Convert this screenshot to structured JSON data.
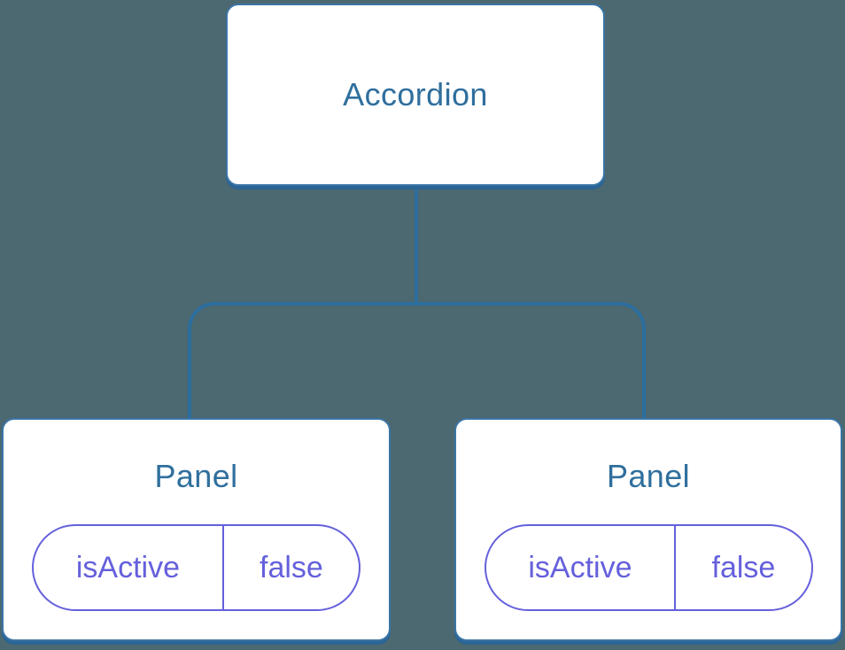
{
  "diagram": {
    "colors": {
      "background": "#4C6870",
      "node_fill": "#FFFFFF",
      "node_border": "#3A75A6",
      "node_shadow": "#2A6595",
      "connector": "#2C6E9E",
      "label_text": "#2F6F9D",
      "state_accent": "#6560DC"
    },
    "root": {
      "label": "Accordion"
    },
    "children": [
      {
        "label": "Panel",
        "state": {
          "key": "isActive",
          "value": "false"
        }
      },
      {
        "label": "Panel",
        "state": {
          "key": "isActive",
          "value": "false"
        }
      }
    ]
  }
}
